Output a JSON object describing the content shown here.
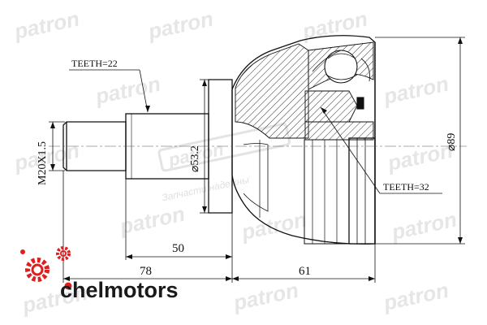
{
  "drawing": {
    "labels": {
      "teeth_outer": "TEETH=22",
      "teeth_inner": "TEETH=32",
      "thread": "M20X1.5",
      "shaft_diameter": "⌀53.2",
      "body_diameter": "⌀89",
      "length_spline": "50",
      "length_shaft": "78",
      "length_body": "61"
    }
  },
  "watermark": {
    "brand": "patron",
    "tagline": "Запчасти надежны"
  },
  "logo": {
    "name": "chelmotors",
    "icon": "gears-icon",
    "color": "#e01e1e"
  }
}
